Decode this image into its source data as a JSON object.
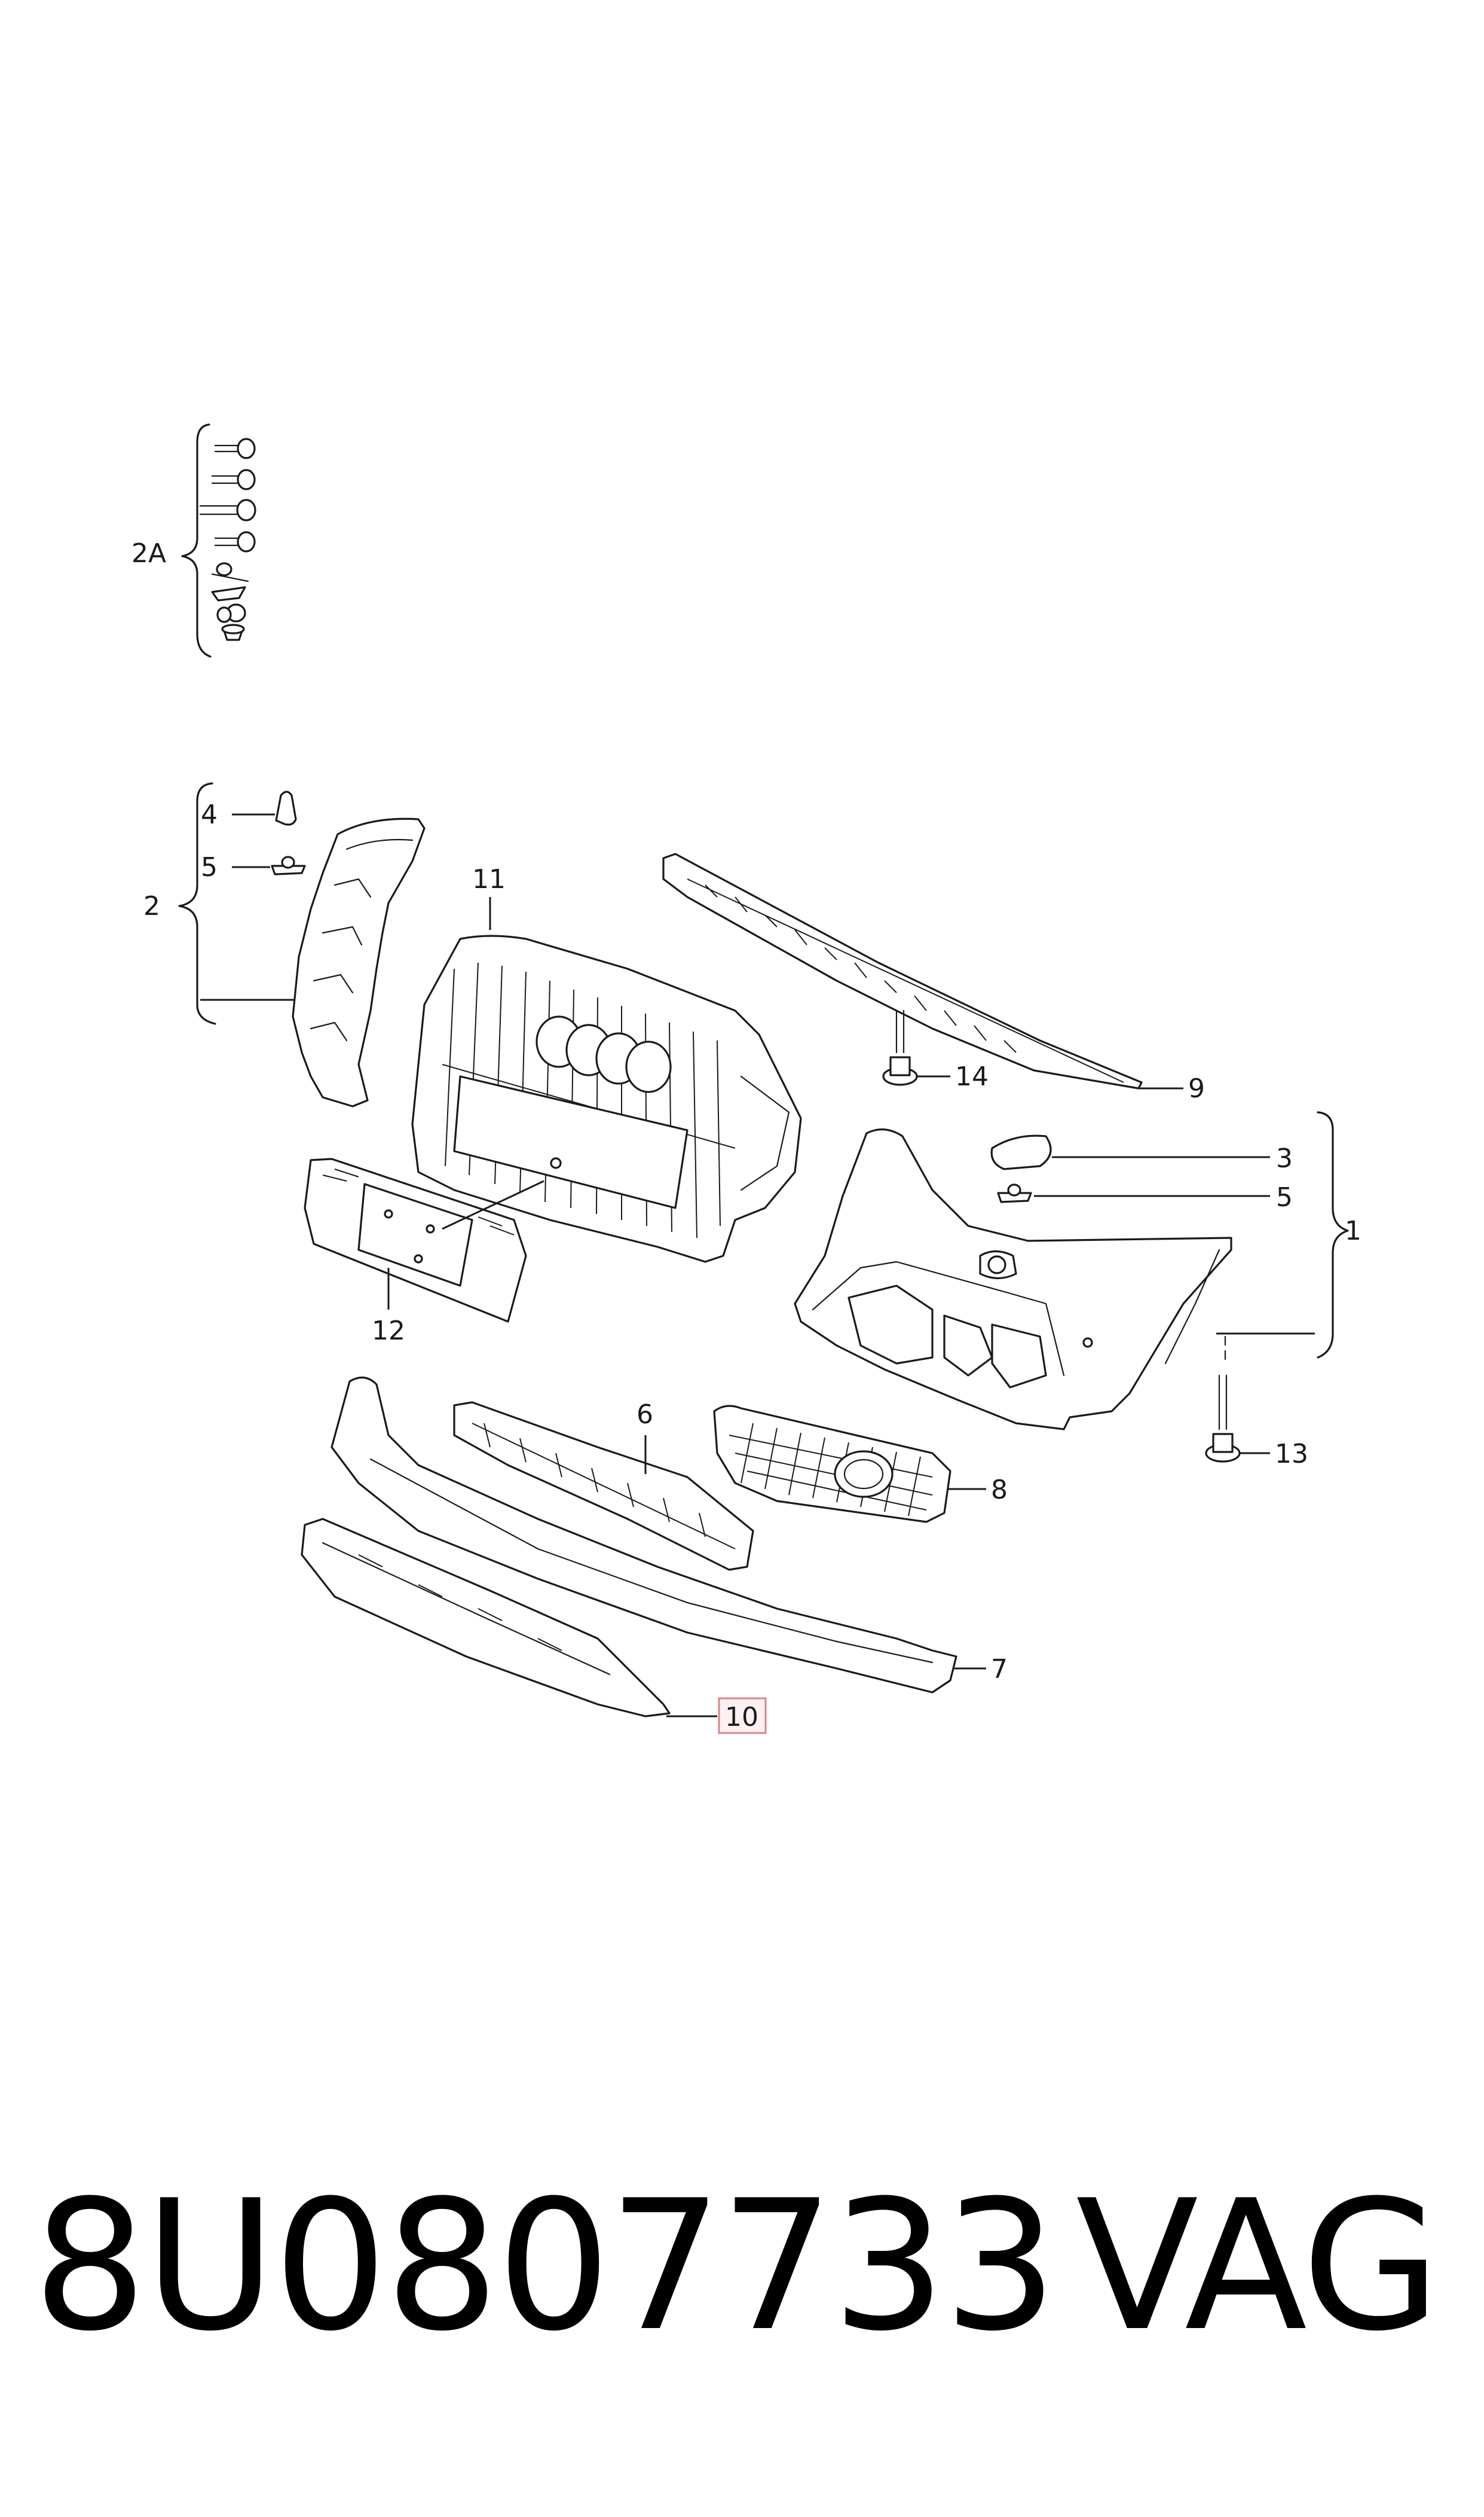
{
  "callouts": {
    "c2A": "2A",
    "c4": "4",
    "c5a": "5",
    "c2": "2",
    "c11": "11",
    "c14": "14",
    "c9": "9",
    "c3": "3",
    "c5b": "5",
    "c1": "1",
    "c12": "12",
    "c6": "6",
    "c8": "8",
    "c13": "13",
    "c7": "7",
    "c10": "10"
  },
  "footer": {
    "part_number": "8U0807733",
    "brand": "VAG"
  },
  "colors": {
    "line": "#1a1a1a",
    "highlight_border": "#d9848c",
    "highlight_fill": "#fdf0f0"
  }
}
